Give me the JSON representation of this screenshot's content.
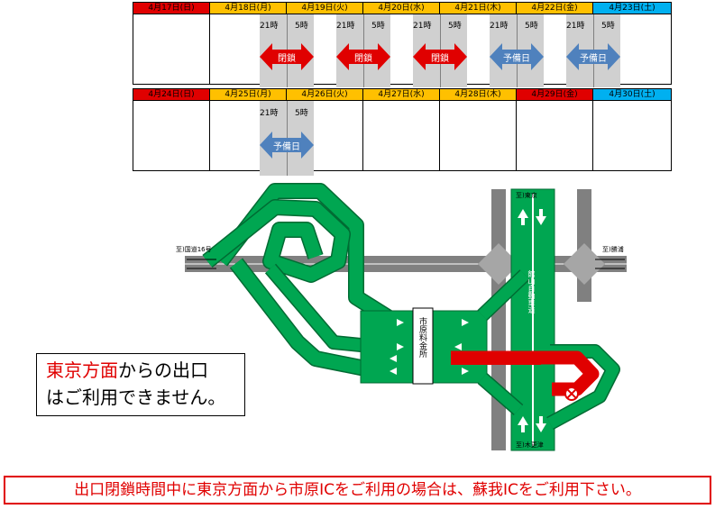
{
  "calendar": {
    "week1": {
      "days": [
        {
          "label": "4月17日(日)",
          "color": "#e00000"
        },
        {
          "label": "4月18日(月)",
          "color": "#ffc000"
        },
        {
          "label": "4月19日(火)",
          "color": "#ffc000"
        },
        {
          "label": "4月20日(水)",
          "color": "#ffc000"
        },
        {
          "label": "4月21日(木)",
          "color": "#ffc000"
        },
        {
          "label": "4月22日(金)",
          "color": "#ffc000"
        },
        {
          "label": "4月23日(土)",
          "color": "#00b0f0"
        }
      ],
      "events": [
        {
          "start": "21時",
          "end": "5時",
          "label": "閉鎖",
          "color": "#e00000"
        },
        {
          "start": "21時",
          "end": "5時",
          "label": "閉鎖",
          "color": "#e00000"
        },
        {
          "start": "21時",
          "end": "5時",
          "label": "閉鎖",
          "color": "#e00000"
        },
        {
          "start": "21時",
          "end": "5時",
          "label": "予備日",
          "color": "#4f81bd"
        },
        {
          "start": "21時",
          "end": "5時",
          "label": "予備日",
          "color": "#4f81bd"
        }
      ]
    },
    "week2": {
      "days": [
        {
          "label": "4月24日(日)",
          "color": "#e00000"
        },
        {
          "label": "4月25日(月)",
          "color": "#ffc000"
        },
        {
          "label": "4月26日(火)",
          "color": "#ffc000"
        },
        {
          "label": "4月27日(水)",
          "color": "#ffc000"
        },
        {
          "label": "4月28日(木)",
          "color": "#ffc000"
        },
        {
          "label": "4月29日(金)",
          "color": "#e00000"
        },
        {
          "label": "4月30日(土)",
          "color": "#00b0f0"
        }
      ],
      "events": [
        {
          "start": "21時",
          "end": "5時",
          "label": "予備日",
          "color": "#4f81bd"
        }
      ]
    }
  },
  "map": {
    "toll_gate": "市原料金所",
    "expressway": "館山自動車道",
    "to_north": "至)東京",
    "to_south": "至)木更津",
    "to_west": "至)国道16号",
    "to_east": "至)勝浦",
    "colors": {
      "road": "#00a651",
      "closed": "#e00000",
      "local": "#808080"
    }
  },
  "note": {
    "line1_red": "東京方面",
    "line1_rest": "からの出口",
    "line2": "はご利用できません。"
  },
  "banner": "出口閉鎖時間中に東京方面から市原ICをご利用の場合は、蘇我ICをご利用下さい。"
}
